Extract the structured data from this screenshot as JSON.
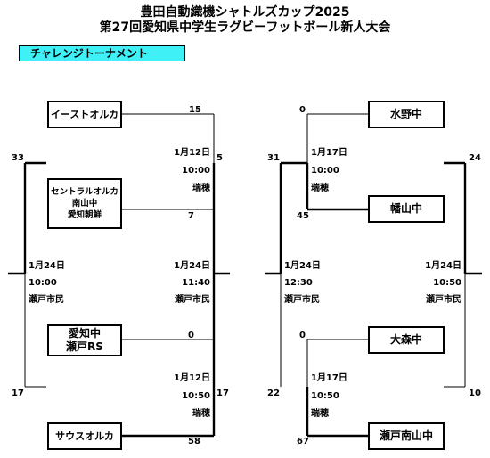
{
  "header": {
    "title_line1": "豊田自動織機シャトルズカップ2025",
    "title_line2": "第27回愛知県中学生ラグビーフットボール新人大会",
    "category": "チャレンジトーナメント"
  },
  "left_bracket": {
    "teams": [
      {
        "lines": [
          "イーストオルカ"
        ]
      },
      {
        "lines": [
          "セントラルオルカ",
          "南山中",
          "愛知朝鮮"
        ]
      },
      {
        "lines": [
          "愛知中",
          "瀬戸RS"
        ]
      },
      {
        "lines": [
          "サウスオルカ"
        ]
      }
    ],
    "scores": {
      "m1_top": "15",
      "m1_bottom": "7",
      "m2_top": "0",
      "m2_bottom": "58",
      "final_top_left": "33",
      "final_bottom_left": "17",
      "final_top_right": "5",
      "final_bottom_right": "17"
    },
    "match1": {
      "date": "1月12日",
      "time": "10:00",
      "venue": "瑞穂"
    },
    "match2": {
      "date": "1月12日",
      "time": "10:50",
      "venue": "瑞穂"
    },
    "final_left": {
      "date": "1月24日",
      "time": "10:00",
      "venue": "瀬戸市民"
    },
    "final_right": {
      "date": "1月24日",
      "time": "11:40",
      "venue": "瀬戸市民"
    }
  },
  "right_bracket": {
    "teams": [
      {
        "lines": [
          "水野中"
        ]
      },
      {
        "lines": [
          "幡山中"
        ]
      },
      {
        "lines": [
          "大森中"
        ]
      },
      {
        "lines": [
          "瀬戸南山中"
        ]
      }
    ],
    "scores": {
      "m1_top": "0",
      "m1_bottom": "45",
      "m2_top": "0",
      "m2_bottom": "67",
      "final_top_left": "31",
      "final_bottom_left": "22",
      "final_top_right": "24",
      "final_bottom_right": "10"
    },
    "match1": {
      "date": "1月17日",
      "time": "10:00",
      "venue": "瑞穂"
    },
    "match2": {
      "date": "1月17日",
      "time": "10:50",
      "venue": "瑞穂"
    },
    "final_left": {
      "date": "1月24日",
      "time": "12:30",
      "venue": "瀬戸市民"
    },
    "final_right": {
      "date": "1月24日",
      "time": "10:50",
      "venue": "瀬戸市民"
    }
  }
}
